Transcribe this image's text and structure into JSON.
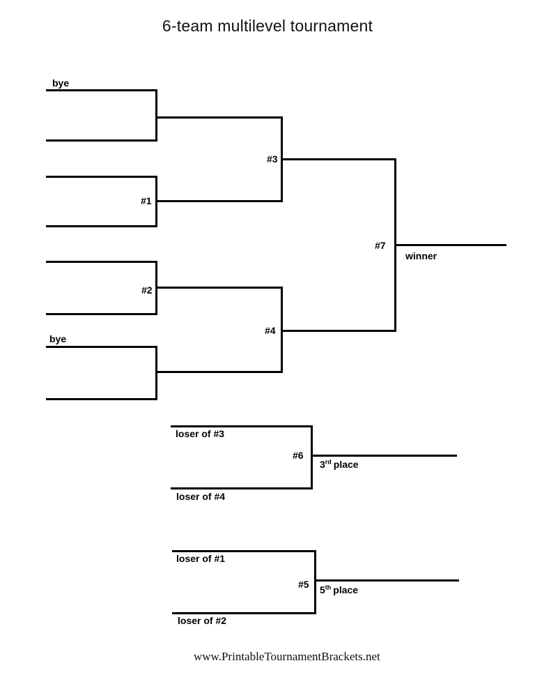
{
  "title": "6-team multilevel tournament",
  "footer": "www.PrintableTournamentBrackets.net",
  "bracket": {
    "type": "6-team multilevel tournament bracket with consolation rounds",
    "byes": {
      "top": "bye",
      "bottom": "bye"
    },
    "match_labels": {
      "m1": "#1",
      "m2": "#2",
      "m3": "#3",
      "m4": "#4",
      "m5": "#5",
      "m6": "#6",
      "m7": "#7"
    },
    "winner_label": "winner",
    "third_place": {
      "top_feeder": "loser of #3",
      "bottom_feeder": "loser of #4",
      "match": "#6",
      "place": {
        "number": "3",
        "ordinal": "rd",
        "word": "place"
      }
    },
    "fifth_place": {
      "top_feeder": "loser of #1",
      "bottom_feeder": "loser of #2",
      "match": "#5",
      "place": {
        "number": "5",
        "ordinal": "th",
        "word": "place"
      }
    },
    "line_color": "#000000"
  }
}
